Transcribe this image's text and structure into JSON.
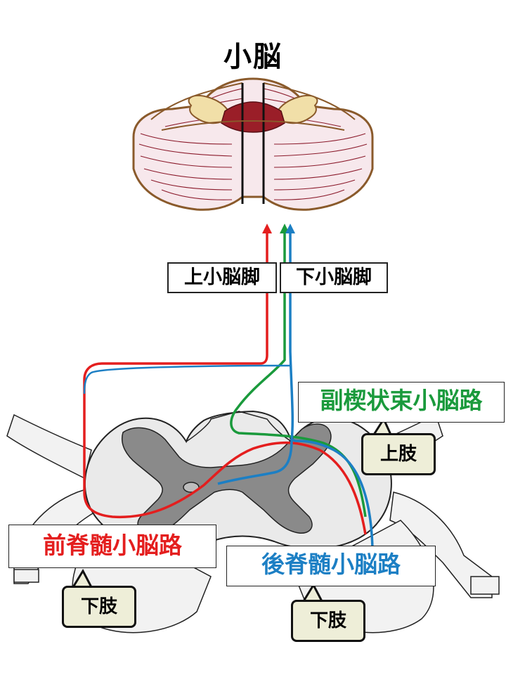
{
  "title": "小脳",
  "peduncles": {
    "superior": "上小脳脚",
    "inferior": "下小脳脚"
  },
  "tracts": {
    "cuneocerebellar": {
      "label": "副楔状束小脳路",
      "limb": "上肢",
      "color": "#1a9a3c"
    },
    "anterior_spinocerebellar": {
      "label": "前脊髄小脳路",
      "limb": "下肢",
      "color": "#e41e1e"
    },
    "posterior_spinocerebellar": {
      "label": "後脊髄小脳路",
      "limb": "下肢",
      "color": "#1c7fc4"
    }
  }
}
